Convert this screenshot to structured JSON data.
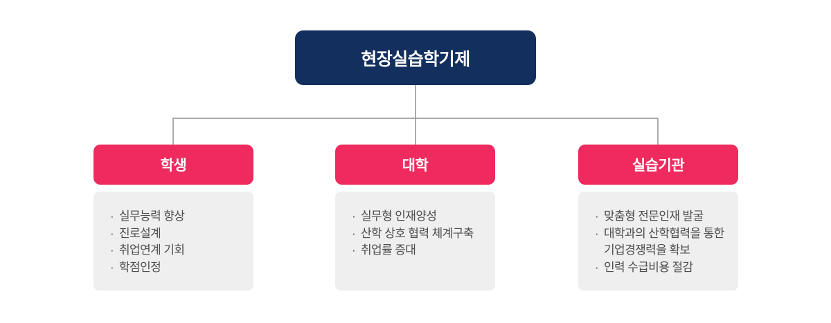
{
  "diagram": {
    "root": {
      "label": "현장실습학기제"
    },
    "branches": [
      {
        "title": "학생",
        "items": [
          "실무능력 향상",
          "진로설계",
          "취업연계 기회",
          "학점인정"
        ]
      },
      {
        "title": "대학",
        "items": [
          "실무형 인재양성",
          "산학 상호 협력 체계구축",
          "취업률 증대"
        ]
      },
      {
        "title": "실습기관",
        "items": [
          "맞춤형 전문인재 발굴",
          "대학과의 산학협력을 통한\n기업경쟁력을 확보",
          "인력 수급비용 절감"
        ]
      }
    ],
    "colors": {
      "root_bg": "#132F5E",
      "branch_bg": "#EE2A5E",
      "panel_bg": "#EFEFF0",
      "connector": "#8F8F8F",
      "panel_text": "#4D4D4D",
      "title_text": "#FFFFFF",
      "background": "#FFFFFF"
    }
  }
}
